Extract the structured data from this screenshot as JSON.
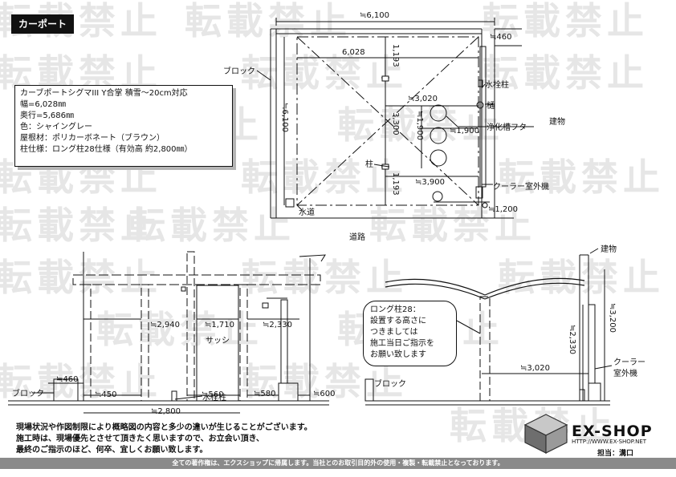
{
  "header": {
    "title": "カーポート"
  },
  "watermark": {
    "text": "転載禁止"
  },
  "spec": {
    "lines": [
      "カーブポートシグマIII Y合掌 積雪～20cm対応",
      "幅=6,028㎜",
      "奥行=5,686㎜",
      "色：シャイングレー",
      "屋根材：ポリカーボネート（ブラウン）",
      "柱仕様：ロング柱28仕様（有効高 約2,800㎜）"
    ]
  },
  "plan": {
    "dim_top": "≒6,100",
    "dim_inner_width": "6,028",
    "dim_left": "≒6,100",
    "dim_460": "≒460",
    "dim_1193_top": "1,193",
    "dim_3300": "3,300",
    "dim_1193_bottom": "1,193",
    "dim_3020": "≒3,020",
    "dim_1900_v": "≒1,900",
    "dim_1900_h": "≒1,900",
    "dim_3900": "≒3,900",
    "dim_1200": "≒1,200",
    "label_block": "ブロック",
    "label_water_tap": "水栓柱",
    "label_gutter": "樋",
    "label_septic": "浄化槽フタ",
    "label_building": "建物",
    "label_pillar": "柱",
    "label_cooler": "クーラー室外機",
    "label_water": "水道",
    "label_road": "道路"
  },
  "front": {
    "dim_460": "≒460",
    "dim_450": "≒450",
    "dim_2800": "≒2,800",
    "dim_2940": "≒2,940",
    "dim_1710": "≒1,710",
    "dim_2330": "≒2,330",
    "dim_560": "≒560",
    "dim_580": "≒580",
    "dim_600": "≒600",
    "label_block": "ブロック",
    "label_sash": "サッシ",
    "label_water_tap": "水栓柱"
  },
  "side": {
    "label_building": "建物",
    "dim_3200": "≒3,200",
    "dim_2330": "≒2,330",
    "dim_3020": "≒3,020",
    "label_cooler": "クーラー室外機",
    "label_block": "ブロック",
    "callout_lines": [
      "ロング柱28：",
      "設置する高さに",
      "つきましては",
      "施工当日ご指示を",
      "お願い致します"
    ]
  },
  "notes": {
    "lines": [
      "現場状況や作図制限により概略図の内容と多少の違いが生じることがございます。",
      "施工時は、現場優先とさせて頂きたく思いますので、お立会い頂き、",
      "最終のご指示のほど、何卒、宜しくお願い致します。"
    ]
  },
  "logo": {
    "name": "EX-SHOP",
    "url": "HTTP://WWW.EX-SHOP.NET",
    "staff": "担当：溝口"
  },
  "footer": {
    "text": "全ての著作権は、エクスショップに帰属します。当社とのお取引目的外の使用・複製・転載禁止となっております。"
  }
}
